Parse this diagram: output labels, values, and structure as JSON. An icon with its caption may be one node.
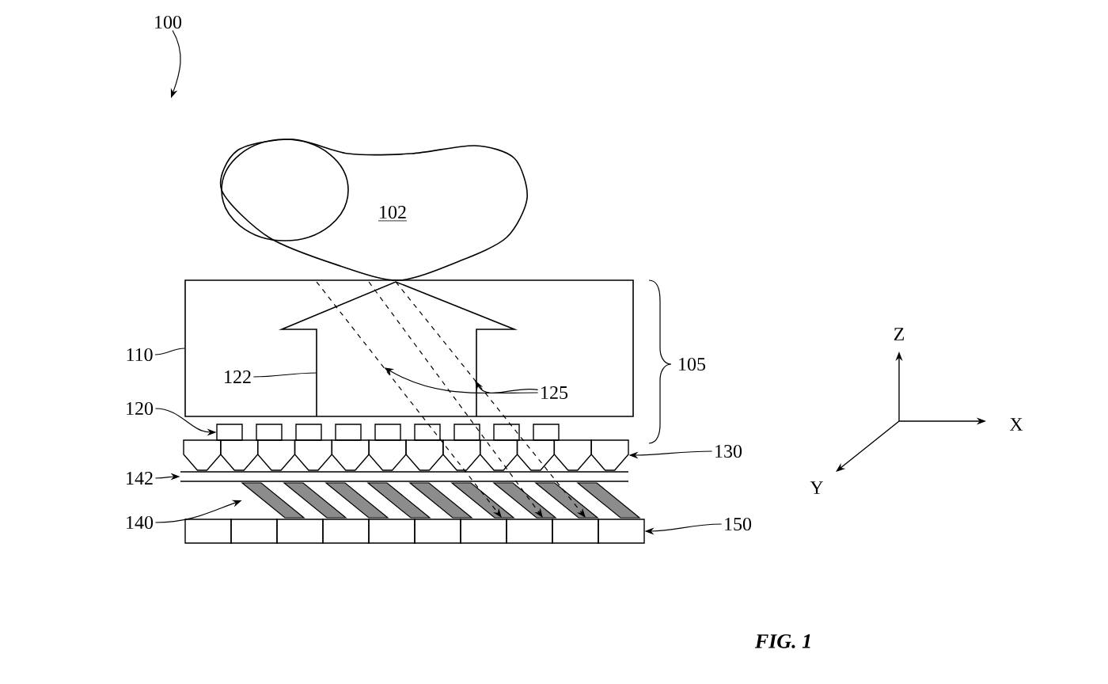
{
  "diagram": {
    "caption": "FIG. 1",
    "nodes": [
      {
        "text": [
          "100"
        ]
      },
      {
        "text": [
          "102"
        ]
      },
      {
        "text": [],
        "shape": "box"
      },
      {
        "text": [
          "122"
        ],
        "in": 2
      },
      {
        "text": [],
        "shape": "arrow",
        "in": 2
      },
      {
        "text": [
          "125"
        ]
      },
      {
        "text": [
          "110"
        ]
      },
      {
        "text": [
          "120"
        ]
      },
      {
        "text": [
          "130"
        ]
      },
      {
        "text": [
          "142"
        ]
      },
      {
        "text": [
          "140"
        ]
      },
      {
        "text": [
          "150"
        ]
      },
      {
        "text": [],
        "shape": "box"
      },
      {
        "text": [],
        "shape": "box"
      },
      {
        "text": [],
        "shape": "bar"
      },
      {
        "text": [],
        "shape": "bar"
      },
      {
        "text": [],
        "shape": "box"
      },
      {
        "text": [],
        "shape": "line"
      },
      {
        "text": [],
        "shape": "line"
      },
      {
        "text": [],
        "shape": "line"
      }
    ],
    "edges": [
      {
        "from": 0,
        "to": null,
        "arrow": "to"
      },
      {
        "from": 6,
        "to": 2,
        "arrow": "none"
      },
      {
        "from": 3,
        "to": 4,
        "arrow": "none"
      },
      {
        "from": 5,
        "to": 17,
        "arrow": "to"
      },
      {
        "from": 5,
        "to": 19,
        "arrow": "to"
      },
      {
        "from": 7,
        "to": 12,
        "arrow": "to"
      },
      {
        "from": 8,
        "to": 13,
        "arrow": "to"
      },
      {
        "from": 9,
        "to": 14,
        "arrow": "to"
      },
      {
        "from": 10,
        "to": 15,
        "arrow": "to"
      },
      {
        "from": 11,
        "to": 16,
        "arrow": "to"
      }
    ],
    "labels": [
      "105",
      "Z",
      "X",
      "Y"
    ]
  }
}
